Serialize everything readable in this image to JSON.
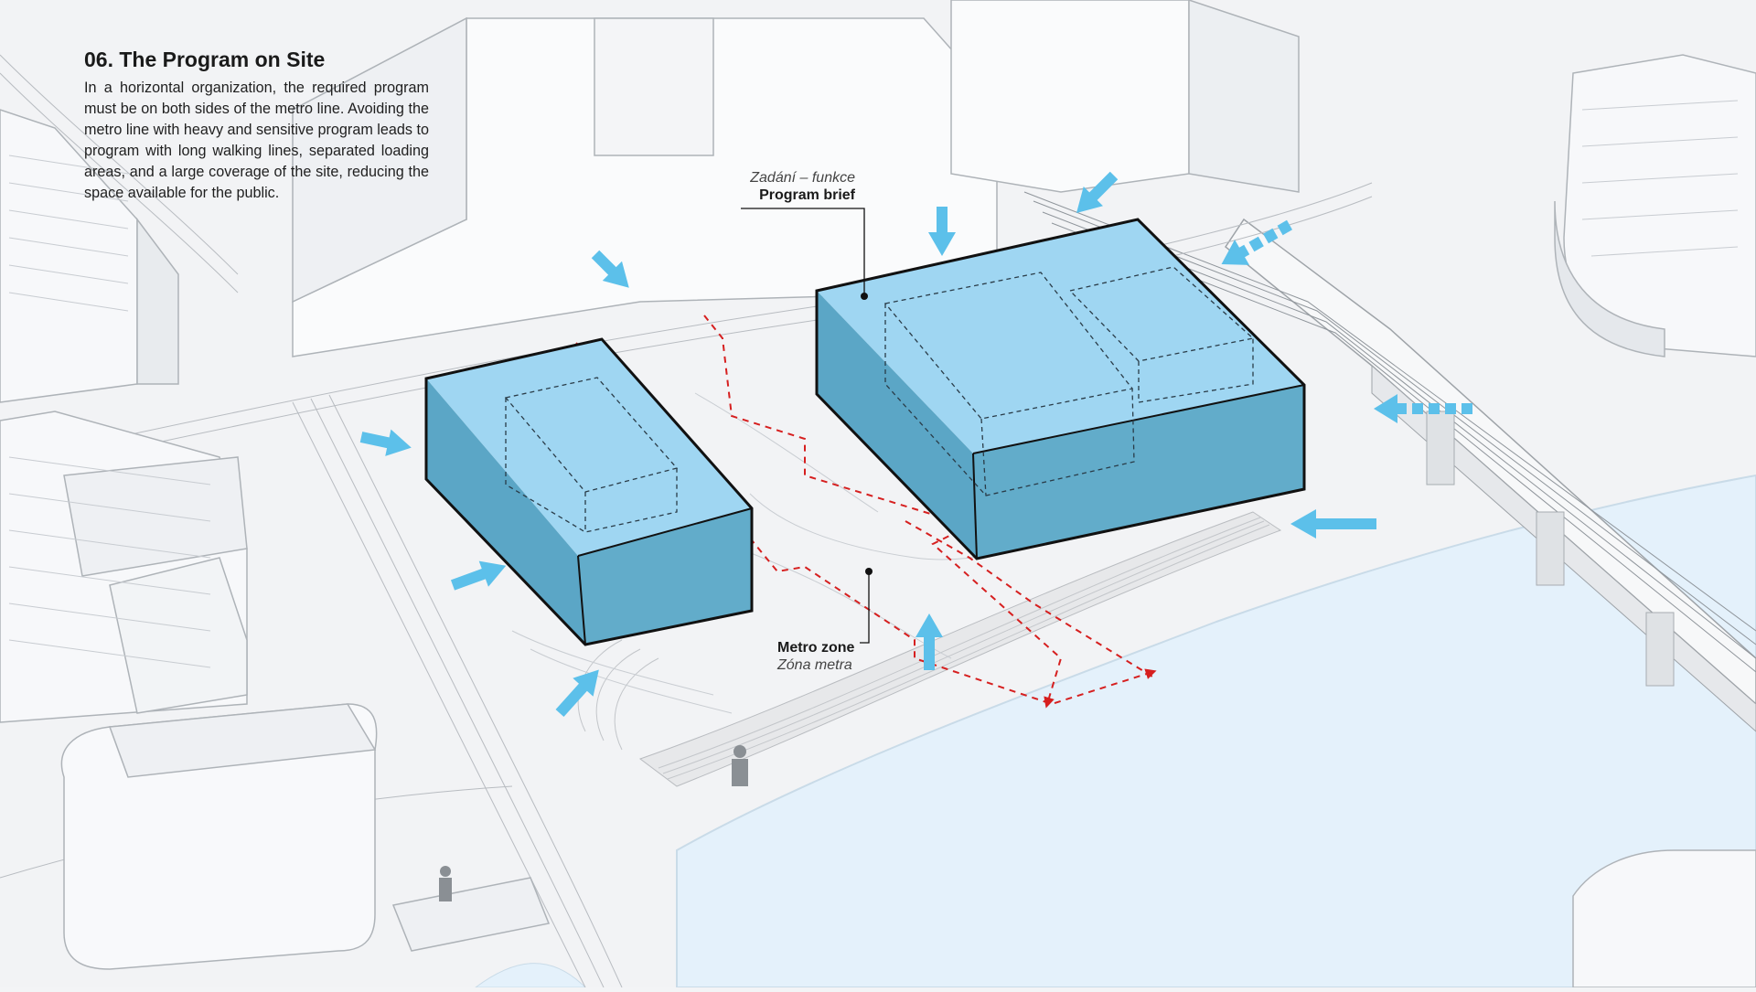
{
  "section": {
    "title": "06. The Program on Site",
    "body": "In a horizontal organization, the required program must be on both sides of the metro line. Avoiding the metro line with heavy and sensitive program leads to program with long walking lines, separated loading areas, and a large coverage of the site, reducing the space available for the public."
  },
  "callouts": {
    "program_brief": {
      "cz": "Zadání – funkce",
      "en": "Program brief"
    },
    "metro_zone": {
      "en": "Metro zone",
      "cz": "Zóna metra"
    }
  },
  "colors": {
    "program_volume_top": "#9fd6f2",
    "program_volume_side": "#5ba6c6",
    "access_arrow": "#5cc0ea",
    "metro_line": "#d61f1f",
    "river": "#e4f1fb",
    "buildings": "#fafbfc"
  },
  "icons": {
    "access_arrow": "arrow-icon",
    "metro_route": "dashed-line-icon"
  }
}
